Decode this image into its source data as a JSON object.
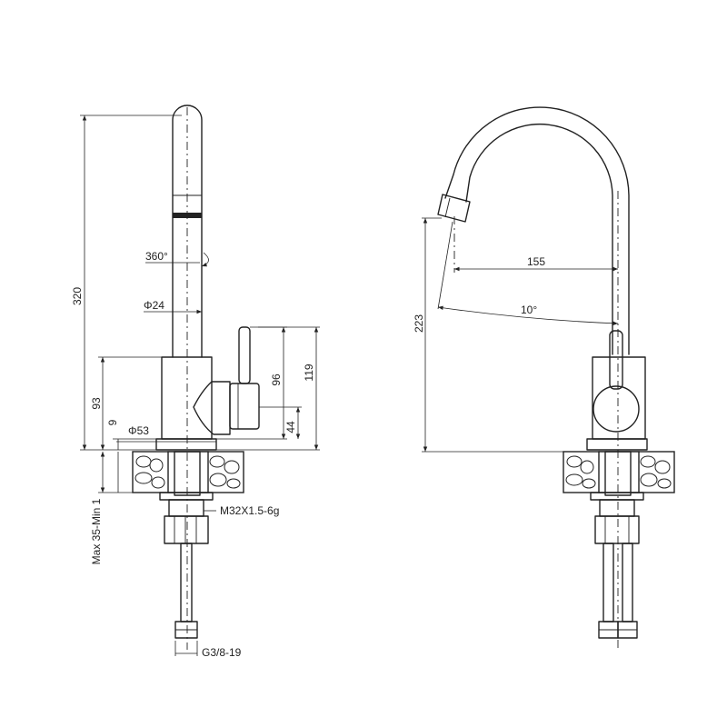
{
  "dimensions": {
    "total_height": "320",
    "rotation": "360°",
    "spout_diameter": "Φ24",
    "body_height_93": "93",
    "offset_9": "9",
    "base_diameter": "Φ53",
    "handle_height_96": "96",
    "handle_height_119": "119",
    "handle_height_44": "44",
    "mount_thread": "M32X1.5-6g",
    "counter_thickness": "Max 35-Min 1",
    "hose_thread": "G3/8-19",
    "outlet_height": "223",
    "reach": "155",
    "angle": "10°"
  },
  "colors": {
    "line": "#222222",
    "background": "#ffffff"
  }
}
